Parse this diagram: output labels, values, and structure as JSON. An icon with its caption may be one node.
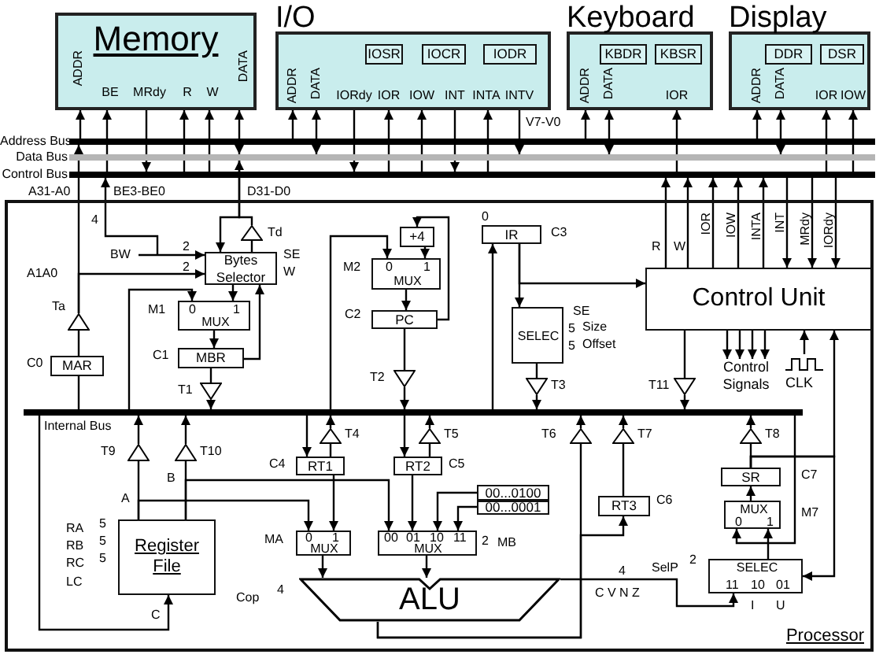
{
  "diagram": {
    "nodes": [
      {
        "text": [
          "Memory",
          "ADDR",
          "BE",
          "MRdy",
          "R",
          "W",
          "DATA"
        ]
      },
      {
        "text": [
          "I/O",
          "ADDR",
          "DATA",
          "IORdy",
          "IOR",
          "IOW",
          "INT",
          "INTA",
          "INTV"
        ]
      },
      {
        "text": [
          "IOSR"
        ],
        "in": 1
      },
      {
        "text": [
          "IOCR"
        ],
        "in": 1
      },
      {
        "text": [
          "IODR"
        ],
        "in": 1
      },
      {
        "text": [
          "Keyboard",
          "ADDR",
          "DATA",
          "IOR"
        ]
      },
      {
        "text": [
          "KBDR"
        ],
        "in": 5
      },
      {
        "text": [
          "KBSR"
        ],
        "in": 5
      },
      {
        "text": [
          "Display",
          "ADDR",
          "DATA",
          "IOR",
          "IOW"
        ]
      },
      {
        "text": [
          "DDR"
        ],
        "in": 8
      },
      {
        "text": [
          "DSR"
        ],
        "in": 8
      },
      {
        "text": [],
        "shape": "bar",
        "beside": [
          "Address Bus"
        ]
      },
      {
        "text": [],
        "shape": "bar",
        "beside": [
          "Data Bus"
        ]
      },
      {
        "text": [],
        "shape": "bar",
        "beside": [
          "Control Bus"
        ]
      },
      {
        "text": [
          "Processor"
        ]
      },
      {
        "text": [],
        "shape": "bar",
        "beside": [
          "Internal Bus"
        ],
        "in": 14
      },
      {
        "text": [
          "Bytes Selector"
        ],
        "in": 14
      },
      {
        "text": [
          "0",
          "1",
          "MUX"
        ],
        "beside": [
          "M1"
        ],
        "in": 14
      },
      {
        "text": [
          "MBR"
        ],
        "beside": [
          "C1"
        ],
        "in": 14
      },
      {
        "text": [
          "MAR"
        ],
        "beside": [
          "C0"
        ],
        "in": 14
      },
      {
        "text": [],
        "shape": "triangle",
        "beside": [
          "Ta"
        ],
        "in": 14
      },
      {
        "text": [],
        "shape": "triangle",
        "beside": [
          "Td"
        ],
        "in": 14
      },
      {
        "text": [],
        "shape": "triangle",
        "beside": [
          "T1"
        ],
        "in": 14
      },
      {
        "text": [
          "+4"
        ],
        "in": 14
      },
      {
        "text": [
          "0",
          "1",
          "MUX"
        ],
        "beside": [
          "M2"
        ],
        "in": 14
      },
      {
        "text": [
          "PC"
        ],
        "beside": [
          "C2"
        ],
        "in": 14
      },
      {
        "text": [],
        "shape": "triangle",
        "beside": [
          "T2"
        ],
        "in": 14
      },
      {
        "text": [
          "IR"
        ],
        "beside": [
          "0",
          "C3"
        ],
        "in": 14
      },
      {
        "text": [
          "SELEC"
        ],
        "beside": [
          "SE",
          "5",
          "Size",
          "5",
          "Offset"
        ],
        "in": 14
      },
      {
        "text": [],
        "shape": "triangle",
        "beside": [
          "T3"
        ],
        "in": 14
      },
      {
        "text": [
          "Control Unit"
        ],
        "in": 14
      },
      {
        "text": [],
        "shape": "triangle",
        "beside": [
          "T11"
        ],
        "in": 14
      },
      {
        "text": [
          "Control Signals"
        ],
        "in": 14
      },
      {
        "text": [
          "CLK"
        ],
        "in": 14
      },
      {
        "text": [],
        "shape": "triangle",
        "beside": [
          "T9"
        ],
        "in": 14
      },
      {
        "text": [],
        "shape": "triangle",
        "beside": [
          "T10"
        ],
        "in": 14
      },
      {
        "text": [
          "Register File"
        ],
        "in": 14
      },
      {
        "text": [
          "RT1"
        ],
        "beside": [
          "C4"
        ],
        "in": 14
      },
      {
        "text": [],
        "shape": "triangle",
        "beside": [
          "T4"
        ],
        "in": 14
      },
      {
        "text": [
          "RT2"
        ],
        "beside": [
          "C5"
        ],
        "in": 14
      },
      {
        "text": [],
        "shape": "triangle",
        "beside": [
          "T5"
        ],
        "in": 14
      },
      {
        "text": [
          "0",
          "1",
          "MUX"
        ],
        "beside": [
          "MA"
        ],
        "in": 14
      },
      {
        "text": [
          "00",
          "01",
          "10",
          "11",
          "MUX"
        ],
        "beside": [
          "MB"
        ],
        "in": 14
      },
      {
        "text": [
          "00...0100"
        ],
        "in": 14
      },
      {
        "text": [
          "00...0001"
        ],
        "in": 14
      },
      {
        "text": [
          "ALU"
        ],
        "in": 14
      },
      {
        "text": [],
        "shape": "triangle",
        "beside": [
          "T6"
        ],
        "in": 14
      },
      {
        "text": [],
        "shape": "triangle",
        "beside": [
          "T7"
        ],
        "in": 14
      },
      {
        "text": [
          "RT3"
        ],
        "beside": [
          "C6"
        ],
        "in": 14
      },
      {
        "text": [],
        "shape": "triangle",
        "beside": [
          "T8"
        ],
        "in": 14
      },
      {
        "text": [
          "SR"
        ],
        "beside": [
          "C7"
        ],
        "in": 14
      },
      {
        "text": [
          "MUX",
          "0",
          "1"
        ],
        "beside": [
          "M7"
        ],
        "in": 14
      },
      {
        "text": [
          "SELEC",
          "11",
          "10",
          "01"
        ],
        "beside": [
          "I",
          "U"
        ],
        "in": 14
      }
    ],
    "edges": [
      {
        "from": 11,
        "to": 0,
        "arrow": "to"
      },
      {
        "from": 13,
        "to": 0,
        "arrow": "to"
      },
      {
        "from": 0,
        "to": 13,
        "arrow": "to"
      },
      {
        "from": 13,
        "to": 0,
        "arrow": "to"
      },
      {
        "from": 13,
        "to": 0,
        "arrow": "to"
      },
      {
        "from": 0,
        "to": 12,
        "arrow": "both"
      },
      {
        "from": 11,
        "to": 1,
        "arrow": "to"
      },
      {
        "from": 1,
        "to": 12,
        "arrow": "both"
      },
      {
        "from": 1,
        "to": 13,
        "arrow": "to"
      },
      {
        "from": 13,
        "to": 1,
        "arrow": "to"
      },
      {
        "from": 13,
        "to": 1,
        "arrow": "to"
      },
      {
        "from": 1,
        "to": 13,
        "arrow": "to"
      },
      {
        "from": 13,
        "to": 1,
        "arrow": "to"
      },
      {
        "from": 1,
        "to": 12,
        "arrow": "to",
        "label": "V7-V0"
      },
      {
        "from": 11,
        "to": 5,
        "arrow": "to"
      },
      {
        "from": 5,
        "to": 12,
        "arrow": "both"
      },
      {
        "from": 13,
        "to": 5,
        "arrow": "to"
      },
      {
        "from": 11,
        "to": 8,
        "arrow": "to"
      },
      {
        "from": 8,
        "to": 12,
        "arrow": "both"
      },
      {
        "from": 13,
        "to": 8,
        "arrow": "to"
      },
      {
        "from": 13,
        "to": 8,
        "arrow": "to"
      },
      {
        "from": 20,
        "to": 11,
        "arrow": "to",
        "label": "A31-A0"
      },
      {
        "from": null,
        "to": 13,
        "arrow": "to",
        "label": "BE3-BE0"
      },
      {
        "from": null,
        "to": 16,
        "arrow": "to",
        "label": "BW"
      },
      {
        "from": 12,
        "to": 16,
        "arrow": "to",
        "label": "D31-D0"
      },
      {
        "from": 21,
        "to": 12,
        "arrow": "to"
      },
      {
        "from": 20,
        "to": 16,
        "arrow": "to",
        "label": "A1A0"
      },
      {
        "from": 18,
        "to": 16,
        "arrow": "to"
      },
      {
        "from": 16,
        "to": 21,
        "arrow": "none"
      },
      {
        "from": 16,
        "to": 17,
        "arrow": "to"
      },
      {
        "from": 15,
        "to": 17,
        "arrow": "to"
      },
      {
        "from": 17,
        "to": 18,
        "arrow": "to"
      },
      {
        "from": 18,
        "to": 22,
        "arrow": "none"
      },
      {
        "from": 22,
        "to": 15,
        "arrow": "to"
      },
      {
        "from": 15,
        "to": 19,
        "arrow": "none"
      },
      {
        "from": 19,
        "to": 20,
        "arrow": "none"
      },
      {
        "from": 25,
        "to": 23,
        "arrow": "to"
      },
      {
        "from": 23,
        "to": 24,
        "arrow": "to"
      },
      {
        "from": 15,
        "to": 24,
        "arrow": "to"
      },
      {
        "from": 24,
        "to": 25,
        "arrow": "to"
      },
      {
        "from": 25,
        "to": 26,
        "arrow": "none"
      },
      {
        "from": 26,
        "to": 15,
        "arrow": "to"
      },
      {
        "from": 15,
        "to": 27,
        "arrow": "to"
      },
      {
        "from": 27,
        "to": 28,
        "arrow": "to"
      },
      {
        "from": 27,
        "to": 30,
        "arrow": "to"
      },
      {
        "from": 28,
        "to": 29,
        "arrow": "none"
      },
      {
        "from": 29,
        "to": 15,
        "arrow": "to"
      },
      {
        "from": 30,
        "to": 13,
        "arrow": "to",
        "label": "R"
      },
      {
        "from": 30,
        "to": 13,
        "arrow": "to",
        "label": "W"
      },
      {
        "from": 30,
        "to": 13,
        "arrow": "to",
        "label": "IOR"
      },
      {
        "from": 30,
        "to": 13,
        "arrow": "to",
        "label": "IOW"
      },
      {
        "from": 30,
        "to": 13,
        "arrow": "to",
        "label": "INTA"
      },
      {
        "from": 13,
        "to": 30,
        "arrow": "to",
        "label": "INT"
      },
      {
        "from": 13,
        "to": 30,
        "arrow": "to",
        "label": "MRdy"
      },
      {
        "from": 13,
        "to": 30,
        "arrow": "to",
        "label": "IORdy"
      },
      {
        "from": 30,
        "to": 31,
        "arrow": "none"
      },
      {
        "from": 31,
        "to": 15,
        "arrow": "to"
      },
      {
        "from": 30,
        "to": 32,
        "arrow": "to"
      },
      {
        "from": 30,
        "to": 32,
        "arrow": "to"
      },
      {
        "from": 30,
        "to": 32,
        "arrow": "to"
      },
      {
        "from": 30,
        "to": 32,
        "arrow": "to"
      },
      {
        "from": 33,
        "to": 30,
        "arrow": "to"
      },
      {
        "from": 50,
        "to": 30,
        "arrow": "to"
      },
      {
        "from": 50,
        "to": 52,
        "arrow": "to"
      },
      {
        "from": 50,
        "to": 49,
        "arrow": "none"
      },
      {
        "from": 49,
        "to": 15,
        "arrow": "to"
      },
      {
        "from": 51,
        "to": 50,
        "arrow": "to"
      },
      {
        "from": 52,
        "to": 51,
        "arrow": "to"
      },
      {
        "from": 15,
        "to": 51,
        "arrow": "to"
      },
      {
        "from": 36,
        "to": 34,
        "arrow": "none"
      },
      {
        "from": 34,
        "to": 15,
        "arrow": "to"
      },
      {
        "from": 36,
        "to": 35,
        "arrow": "none"
      },
      {
        "from": 35,
        "to": 15,
        "arrow": "to"
      },
      {
        "from": 36,
        "to": 41,
        "arrow": "to"
      },
      {
        "from": 36,
        "to": 42,
        "arrow": "to"
      },
      {
        "from": 15,
        "to": 36,
        "arrow": "to",
        "label": "C"
      },
      {
        "from": 15,
        "to": 37,
        "arrow": "to"
      },
      {
        "from": 37,
        "to": 38,
        "arrow": "none"
      },
      {
        "from": 38,
        "to": 15,
        "arrow": "to"
      },
      {
        "from": 15,
        "to": 39,
        "arrow": "to"
      },
      {
        "from": 39,
        "to": 40,
        "arrow": "none"
      },
      {
        "from": 40,
        "to": 15,
        "arrow": "to"
      },
      {
        "from": 37,
        "to": 41,
        "arrow": "to"
      },
      {
        "from": 39,
        "to": 42,
        "arrow": "to"
      },
      {
        "from": 43,
        "to": 42,
        "arrow": "to"
      },
      {
        "from": 44,
        "to": 42,
        "arrow": "to"
      },
      {
        "from": 41,
        "to": 45,
        "arrow": "to"
      },
      {
        "from": 42,
        "to": 45,
        "arrow": "to"
      },
      {
        "from": 45,
        "to": 46,
        "arrow": "none"
      },
      {
        "from": 45,
        "to": 48,
        "arrow": "to"
      },
      {
        "from": 46,
        "to": 15,
        "arrow": "to"
      },
      {
        "from": 48,
        "to": 47,
        "arrow": "none"
      },
      {
        "from": 47,
        "to": 15,
        "arrow": "to"
      },
      {
        "from": 45,
        "to": 52,
        "arrow": "to"
      }
    ],
    "labels": [
      "4",
      "2",
      "SE",
      "2",
      "W",
      "B",
      "A",
      "RA",
      "5",
      "RB",
      "5",
      "RC",
      "5",
      "LC",
      "2",
      "SelP",
      "2",
      "Cop",
      "4",
      "4",
      "C V N Z"
    ]
  }
}
